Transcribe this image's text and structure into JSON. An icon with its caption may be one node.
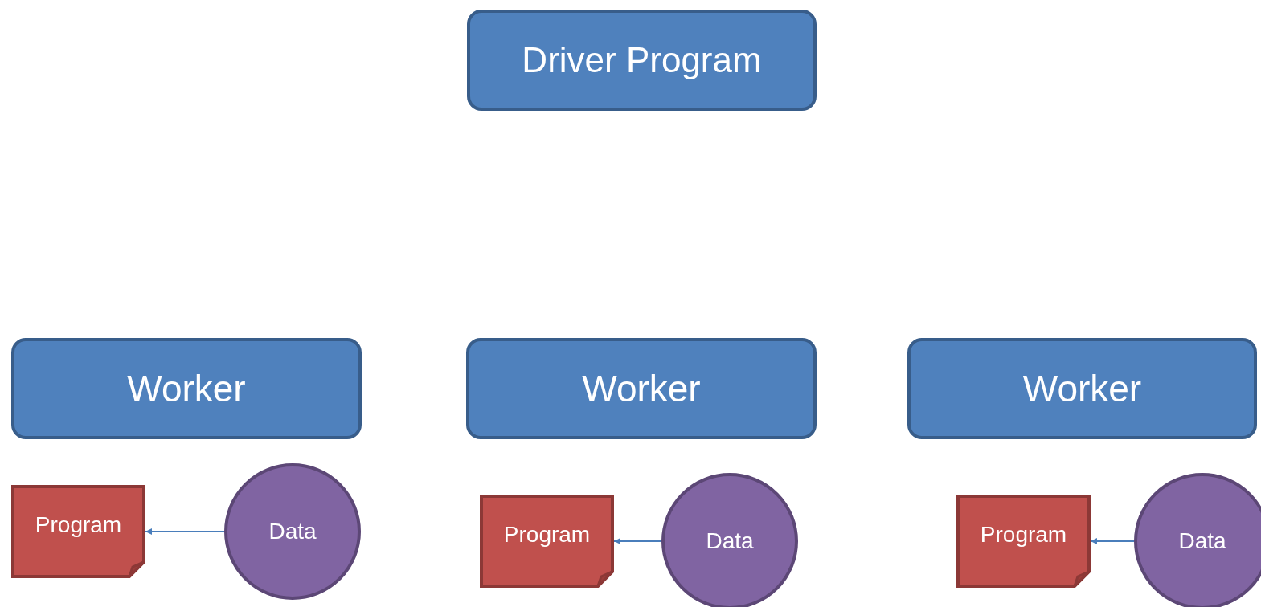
{
  "diagram": {
    "nodes": [
      {
        "text": [
          "Driver Program"
        ]
      },
      {
        "text": [
          "Worker"
        ]
      },
      {
        "text": [
          "Worker"
        ]
      },
      {
        "text": [
          "Worker"
        ]
      },
      {
        "text": [
          "Program"
        ]
      },
      {
        "text": [
          "Data"
        ]
      },
      {
        "text": [
          "Program"
        ]
      },
      {
        "text": [
          "Data"
        ]
      },
      {
        "text": [
          "Program"
        ]
      },
      {
        "text": [
          "Data"
        ]
      }
    ],
    "edges": [
      {
        "from": 5,
        "to": 4,
        "arrow": "to"
      },
      {
        "from": 7,
        "to": 6,
        "arrow": "to"
      },
      {
        "from": 9,
        "to": 8,
        "arrow": "to"
      }
    ]
  }
}
